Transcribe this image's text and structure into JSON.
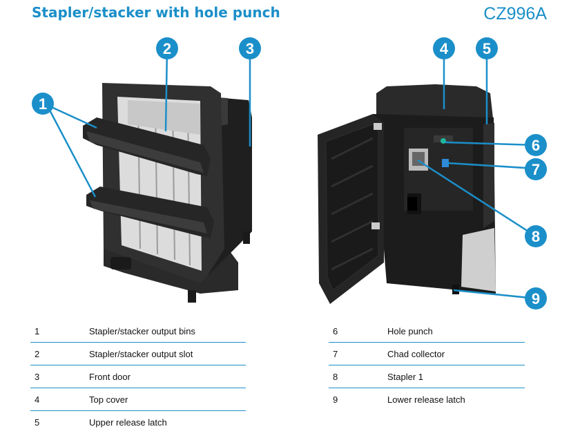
{
  "title": "Stapler/stacker with hole punch",
  "model": "CZ996A",
  "accent_color": "#1b8fc9",
  "callouts": [
    "1",
    "2",
    "3",
    "4",
    "5",
    "6",
    "7",
    "8",
    "9"
  ],
  "legend_left": [
    {
      "num": "1",
      "label": "Stapler/stacker output bins"
    },
    {
      "num": "2",
      "label": "Stapler/stacker output slot"
    },
    {
      "num": "3",
      "label": "Front door"
    },
    {
      "num": "4",
      "label": "Top cover"
    },
    {
      "num": "5",
      "label": "Upper release latch"
    }
  ],
  "legend_right": [
    {
      "num": "6",
      "label": "Hole punch"
    },
    {
      "num": "7",
      "label": "Chad collector"
    },
    {
      "num": "8",
      "label": "Stapler 1"
    },
    {
      "num": "9",
      "label": "Lower release latch"
    }
  ]
}
